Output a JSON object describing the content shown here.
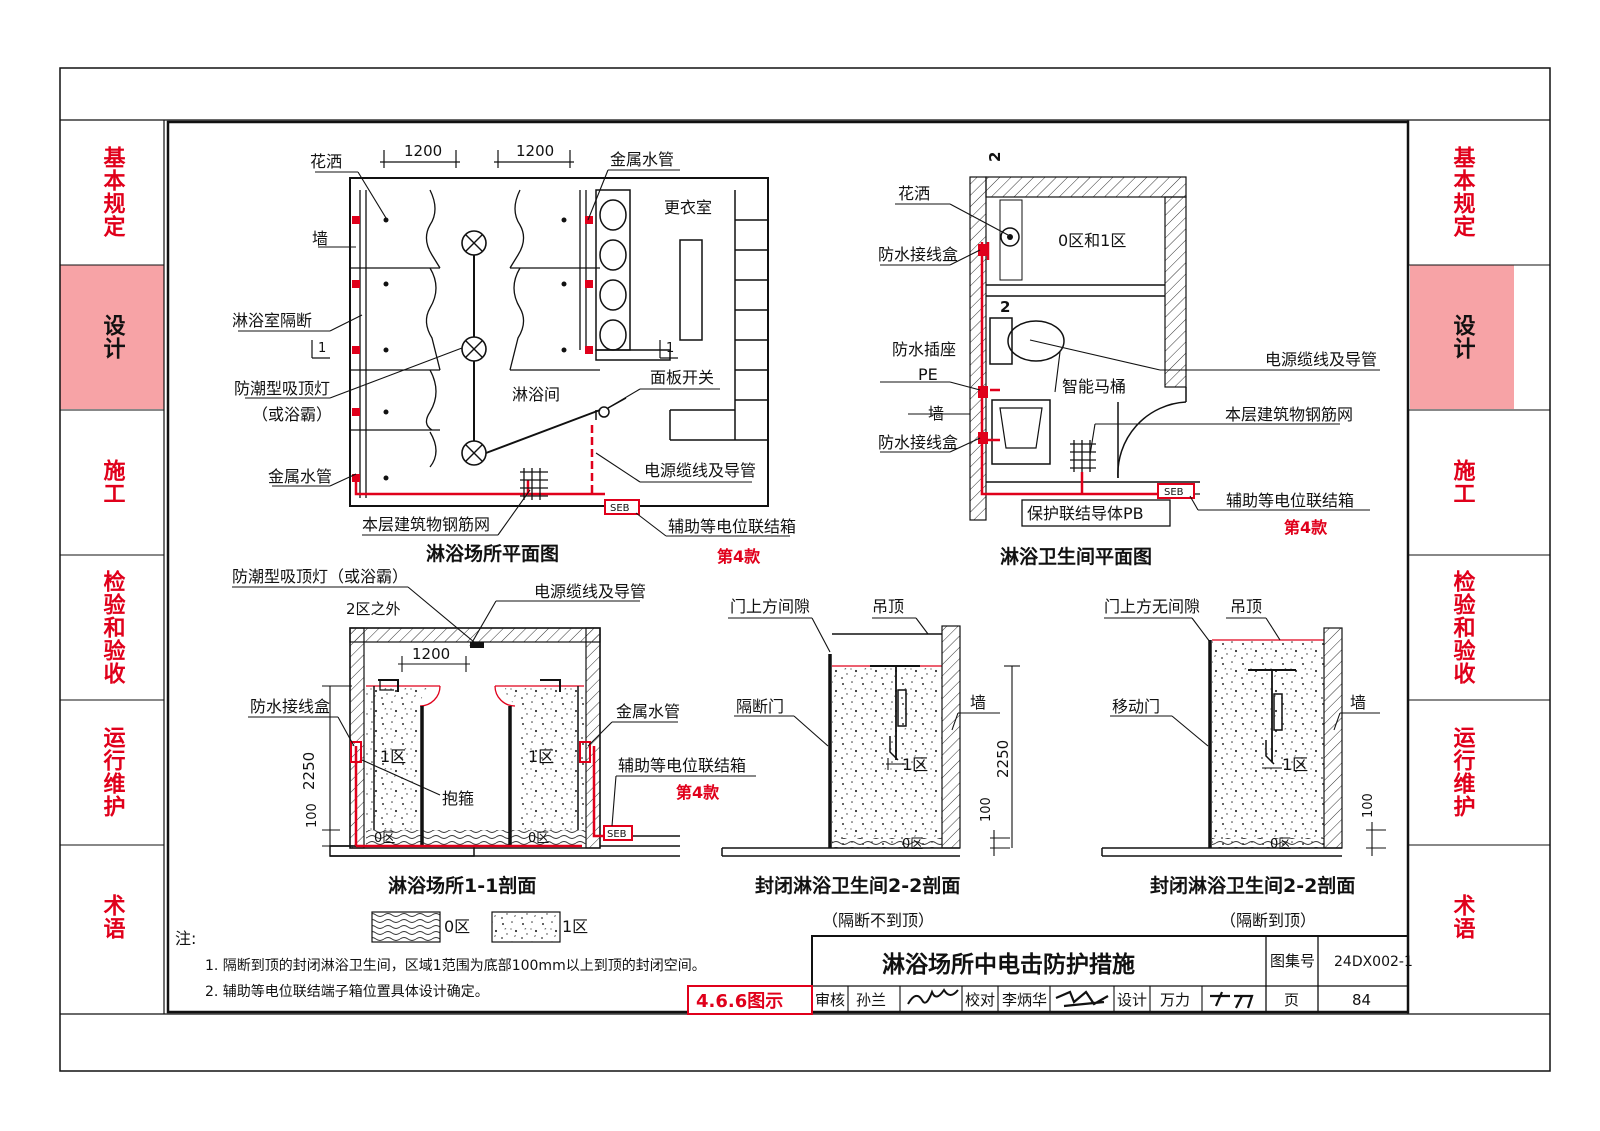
{
  "side_tabs": [
    {
      "label": "基本规定",
      "active": false
    },
    {
      "label": "设计",
      "active": true
    },
    {
      "label": "施工",
      "active": false
    },
    {
      "label": "检验和验收",
      "active": false
    },
    {
      "label": "运行维护",
      "active": false
    },
    {
      "label": "术语",
      "active": false
    }
  ],
  "plan": {
    "title": "淋浴场所平面图",
    "dim1": "1200",
    "dim2": "1200",
    "labels": {
      "shower": "花洒",
      "metal_pipe_top": "金属水管",
      "dressing_room": "更衣室",
      "wall": "墙",
      "partition": "淋浴室隔断",
      "lamp": "防潮型吸顶灯",
      "lamp_alt": "（或浴霸）",
      "shower_room": "淋浴间",
      "switch": "面板开关",
      "metal_pipe": "金属水管",
      "power_cable": "电源缆线及导管",
      "rebar_mesh": "本层建筑物钢筋网",
      "seb": "SEB",
      "eb_box": "辅助等电位联结箱",
      "clause": "第4款",
      "section_mark": "1"
    }
  },
  "bath_plan": {
    "title": "淋浴卫生间平面图",
    "labels": {
      "section_mark": "2",
      "shower": "花洒",
      "zone01": "0区和1区",
      "wp_box": "防水接线盒",
      "wp_socket": "防水插座",
      "pe": "PE",
      "smart_toilet": "智能马桶",
      "wall": "墙",
      "wp_box2": "防水接线盒",
      "power_cable": "电源缆线及导管",
      "rebar_mesh": "本层建筑物钢筋网",
      "seb": "SEB",
      "eb_box": "辅助等电位联结箱",
      "clause": "第4款",
      "pb": "保护联结导体PB"
    }
  },
  "section11": {
    "title": "淋浴场所1-1剖面",
    "labels": {
      "lamp": "防潮型吸顶灯（或浴霸）",
      "zone2out": "2区之外",
      "power_cable": "电源缆线及导管",
      "dim": "1200",
      "wp_box": "防水接线盒",
      "metal_pipe": "金属水管",
      "zone1a": "1区",
      "zone1b": "1区",
      "hoop": "抱箍",
      "eb_box": "辅助等电位联结箱",
      "clause": "第4款",
      "seb": "SEB",
      "h2250": "2250",
      "h100": "100",
      "zone0": "0区"
    }
  },
  "section22a": {
    "title": "封闭淋浴卫生间2-2剖面",
    "subtitle": "（隔断不到顶）",
    "labels": {
      "gap": "门上方间隙",
      "ceiling": "吊顶",
      "door": "隔断门",
      "wall": "墙",
      "zone1": "1区",
      "h2250": "2250",
      "h100": "100",
      "zone0": "0区"
    }
  },
  "section22b": {
    "title": "封闭淋浴卫生间2-2剖面",
    "subtitle": "（隔断到顶）",
    "labels": {
      "nogap": "门上方无间隙",
      "ceiling": "吊顶",
      "door": "移动门",
      "wall": "墙",
      "zone1": "1区",
      "h100": "100",
      "zone0": "0区"
    }
  },
  "legend": {
    "zone0": "0区",
    "zone1": "1区"
  },
  "notes": {
    "heading": "注:",
    "items": [
      "1. 隔断到顶的封闭淋浴卫生间，区域1范围为底部100mm以上到顶的封闭空间。",
      "2. 辅助等电位联结端子箱位置具体设计确定。"
    ]
  },
  "title_block": {
    "title": "淋浴场所中电击防护措施",
    "atlas_label": "图集号",
    "atlas_no": "24DX002-1",
    "review_label": "审核",
    "reviewer": "孙兰",
    "check_label": "校对",
    "checker": "李炳华",
    "design_label": "设计",
    "designer": "万力",
    "page_label": "页",
    "page_no": "84",
    "figure_ref": "4.6.6图示"
  },
  "colors": {
    "red": "#e0001b",
    "tab_active_bg": "#f7a3a6",
    "line": "#111111"
  }
}
